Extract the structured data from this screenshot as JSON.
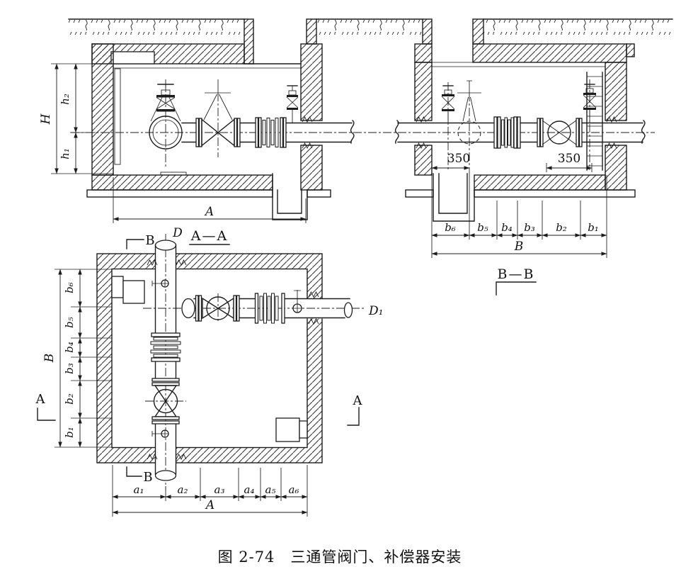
{
  "aa": {
    "title": "A—A",
    "H": "H",
    "h2": "h₂",
    "h1": "h₁",
    "A": "A"
  },
  "bb": {
    "title": "B—B",
    "off1": "350",
    "off2": "350",
    "B": "B",
    "b": [
      "b₆",
      "b₅",
      "b₄",
      "b₃",
      "b₂",
      "b₁"
    ]
  },
  "plan": {
    "cut_b_top": "B",
    "cut_b_bottom": "B",
    "cut_a_left": "A",
    "cut_a_right": "A",
    "D": "D",
    "D1": "D₁",
    "B": "B",
    "A": "A",
    "b": [
      "b₆",
      "b₅",
      "b₄",
      "b₃",
      "b₂",
      "b₁"
    ],
    "a": [
      "a₁",
      "a₂",
      "a₃",
      "a₄",
      "a₅",
      "a₆"
    ]
  },
  "caption": "图 2-74　三通管阀门、补偿器安装"
}
